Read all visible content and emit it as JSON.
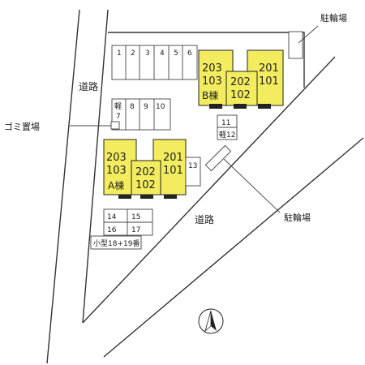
{
  "labels": {
    "road_west": "道路",
    "road_south": "道路",
    "garbage": "ゴミ置場",
    "bike_top": "駐輪場",
    "bike_mid": "駐輪場"
  },
  "parking": {
    "top_row": [
      "1",
      "2",
      "3",
      "4",
      "5",
      "6"
    ],
    "mid_row_light": "軽",
    "mid_row_light_num": "7",
    "mid_row": [
      "8",
      "9",
      "10"
    ],
    "right_a": "11",
    "right_b": "軽12",
    "single": "13",
    "bottom_grid": [
      "14",
      "15",
      "16",
      "17"
    ],
    "small_label": "小型18+19番"
  },
  "building_b": {
    "name": "B棟",
    "left_top": "203",
    "left_bottom": "103",
    "center_top": "202",
    "center_bottom": "102",
    "right_top": "201",
    "right_bottom": "101"
  },
  "building_a": {
    "name": "A棟",
    "left_top": "203",
    "left_bottom": "103",
    "center_top": "202",
    "center_bottom": "102",
    "right_top": "201",
    "right_bottom": "101"
  },
  "north_symbol": "north-arrow-icon"
}
